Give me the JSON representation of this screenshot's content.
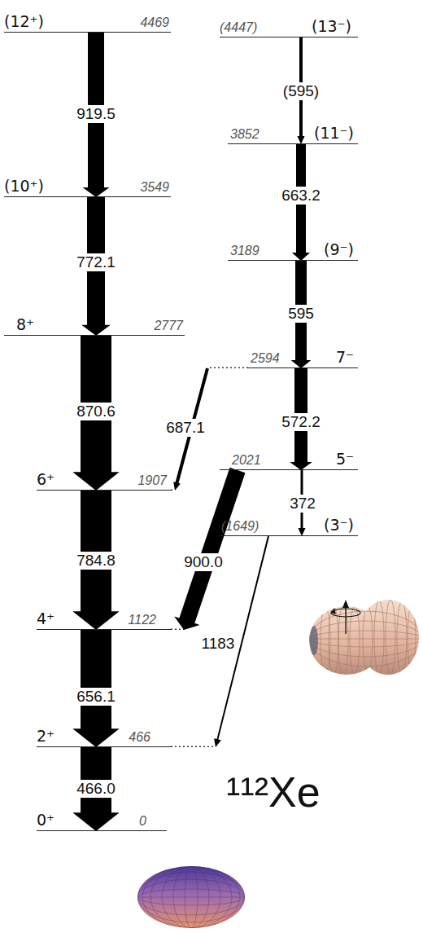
{
  "diagram": {
    "nodes": [
      {
        "text": [
          "(12⁺)",
          "4469"
        ]
      },
      {
        "text": [
          "(10⁺)",
          "3549"
        ]
      },
      {
        "text": [
          "8⁺",
          "2777"
        ]
      },
      {
        "text": [
          "6⁺",
          "1907"
        ]
      },
      {
        "text": [
          "4⁺",
          "1122"
        ]
      },
      {
        "text": [
          "2⁺",
          "466"
        ]
      },
      {
        "text": [
          "0⁺",
          "0"
        ]
      },
      {
        "text": [
          "(4447)",
          "(13⁻)"
        ]
      },
      {
        "text": [
          "3852",
          "(11⁻)"
        ]
      },
      {
        "text": [
          "3189",
          "(9⁻)"
        ]
      },
      {
        "text": [
          "2594",
          "7⁻"
        ]
      },
      {
        "text": [
          "2021",
          "5⁻"
        ]
      },
      {
        "text": [
          "(1649)",
          "(3⁻)"
        ]
      }
    ],
    "edges": [
      {
        "from": 0,
        "to": 1,
        "arrow": "to",
        "label": "919.5"
      },
      {
        "from": 1,
        "to": 2,
        "arrow": "to",
        "label": "772.1"
      },
      {
        "from": 2,
        "to": 3,
        "arrow": "to",
        "label": "870.6"
      },
      {
        "from": 3,
        "to": 4,
        "arrow": "to",
        "label": "784.8"
      },
      {
        "from": 4,
        "to": 5,
        "arrow": "to",
        "label": "656.1"
      },
      {
        "from": 5,
        "to": 6,
        "arrow": "to",
        "label": "466.0"
      },
      {
        "from": 7,
        "to": 8,
        "arrow": "to",
        "label": "(595)"
      },
      {
        "from": 8,
        "to": 9,
        "arrow": "to",
        "label": "663.2"
      },
      {
        "from": 9,
        "to": 10,
        "arrow": "to",
        "label": "595"
      },
      {
        "from": 10,
        "to": 11,
        "arrow": "to",
        "label": "572.2"
      },
      {
        "from": 11,
        "to": 12,
        "arrow": "to",
        "label": "372"
      },
      {
        "from": 10,
        "to": 3,
        "arrow": "to",
        "label": "687.1"
      },
      {
        "from": 11,
        "to": 4,
        "arrow": "to",
        "label": "900.0"
      },
      {
        "from": 12,
        "to": 5,
        "arrow": "to",
        "label": "1183"
      }
    ],
    "labels": [
      "¹¹²Xe"
    ]
  }
}
